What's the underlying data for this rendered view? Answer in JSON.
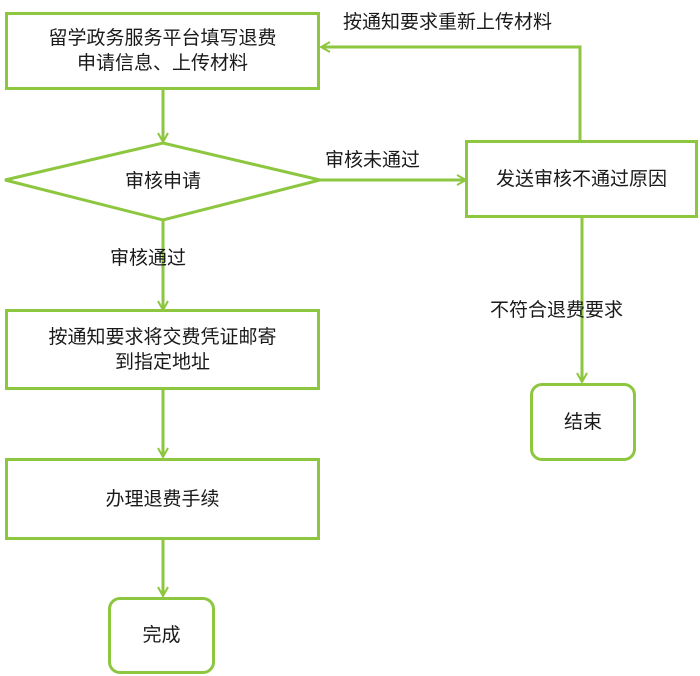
{
  "nodes": {
    "fill_form": "留学政务服务平台填写退费\n申请信息、上传材料",
    "review": "审核申请",
    "send_reason": "发送审核不通过原因",
    "mail_voucher": "按通知要求将交费凭证邮寄\n到指定地址",
    "process_refund": "办理退费手续",
    "complete": "完成",
    "end": "结束"
  },
  "edges": {
    "reupload": "按通知要求重新上传材料",
    "not_passed": "审核未通过",
    "passed": "审核通过",
    "not_eligible": "不符合退费要求"
  },
  "colors": {
    "stroke": "#8dc63f",
    "text": "#1a1a1a"
  }
}
